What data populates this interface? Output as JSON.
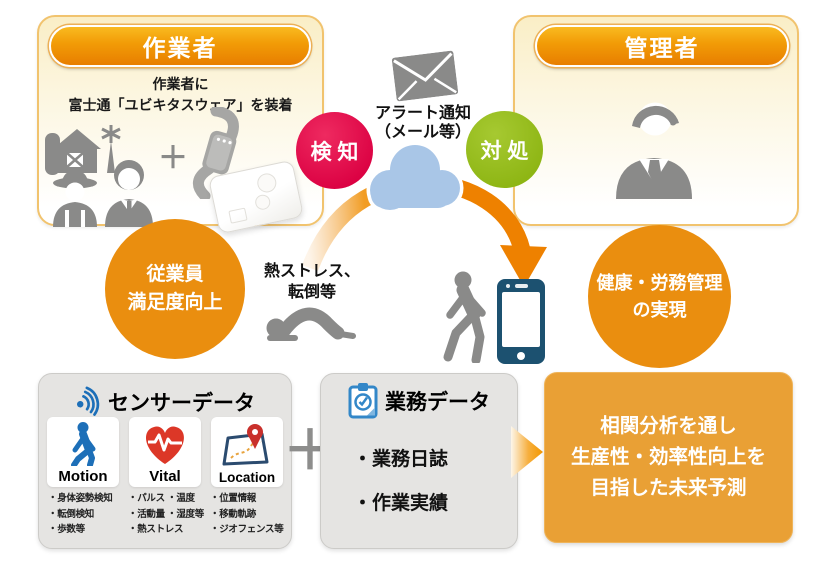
{
  "worker_panel": {
    "title": "作業者",
    "subtitle_line1": "作業者に",
    "subtitle_line2": "富士通「ユビキタスウェア」を装着",
    "plus": "＋"
  },
  "manager_panel": {
    "title": "管理者"
  },
  "center": {
    "alert_line1": "アラート通知",
    "alert_line2": "（メール等）",
    "detect_label": "検 知",
    "respond_label": "対 処"
  },
  "outcomes": {
    "left_circle_line1": "従業員",
    "left_circle_line2": "満足度向上",
    "hazard_line1": "熱ストレス、",
    "hazard_line2": "転倒等",
    "right_circle_line1": "健康・労務管理",
    "right_circle_line2": "の実現"
  },
  "sensor_box": {
    "title": "センサーデータ",
    "cards": [
      {
        "label": "Motion",
        "items": [
          "・身体姿勢検知",
          "・転倒検知",
          "・歩数等"
        ]
      },
      {
        "label": "Vital",
        "items": [
          "・パルス ・温度",
          "・活動量 ・湿度等",
          "・熱ストレス"
        ]
      },
      {
        "label": "Location",
        "items": [
          "・位置情報",
          "・移動軌跡",
          "・ジオフェンス等"
        ]
      }
    ]
  },
  "combine_plus": "＋",
  "business_box": {
    "title": "業務データ",
    "items": [
      "・業務日誌",
      "・作業実績"
    ]
  },
  "result_box": {
    "line1": "相関分析を通し",
    "line2": "生産性・効率性向上を",
    "line3": "目指した未来予測"
  },
  "icons": [
    "farm-buildings",
    "farmer",
    "worker",
    "wristband-device",
    "sensor-box-device",
    "envelope",
    "cloud",
    "fallen-person",
    "walking-person",
    "smartphone",
    "manager-person",
    "signal-waves",
    "motion-walker",
    "vital-heart",
    "location-map-pin",
    "clipboard-check"
  ],
  "colors": {
    "header_orange_top": "#F9BA20",
    "header_orange_bottom": "#E87E00",
    "panel_border": "#F1C36E",
    "circle_orange": "#EA8E0F",
    "arc_orange": "#EE8100",
    "detect_red": "#DB0042",
    "respond_green": "#8DB513",
    "cloud_blue": "#A9C6E7",
    "icon_gray": "#8A8A89",
    "phone_navy": "#1C5170",
    "box_gray": "#E5E4E2",
    "accent_blue": "#1D6FB8",
    "heart_red": "#DC3727",
    "pin_red": "#C9302C",
    "result_orange": "#E9A035"
  }
}
